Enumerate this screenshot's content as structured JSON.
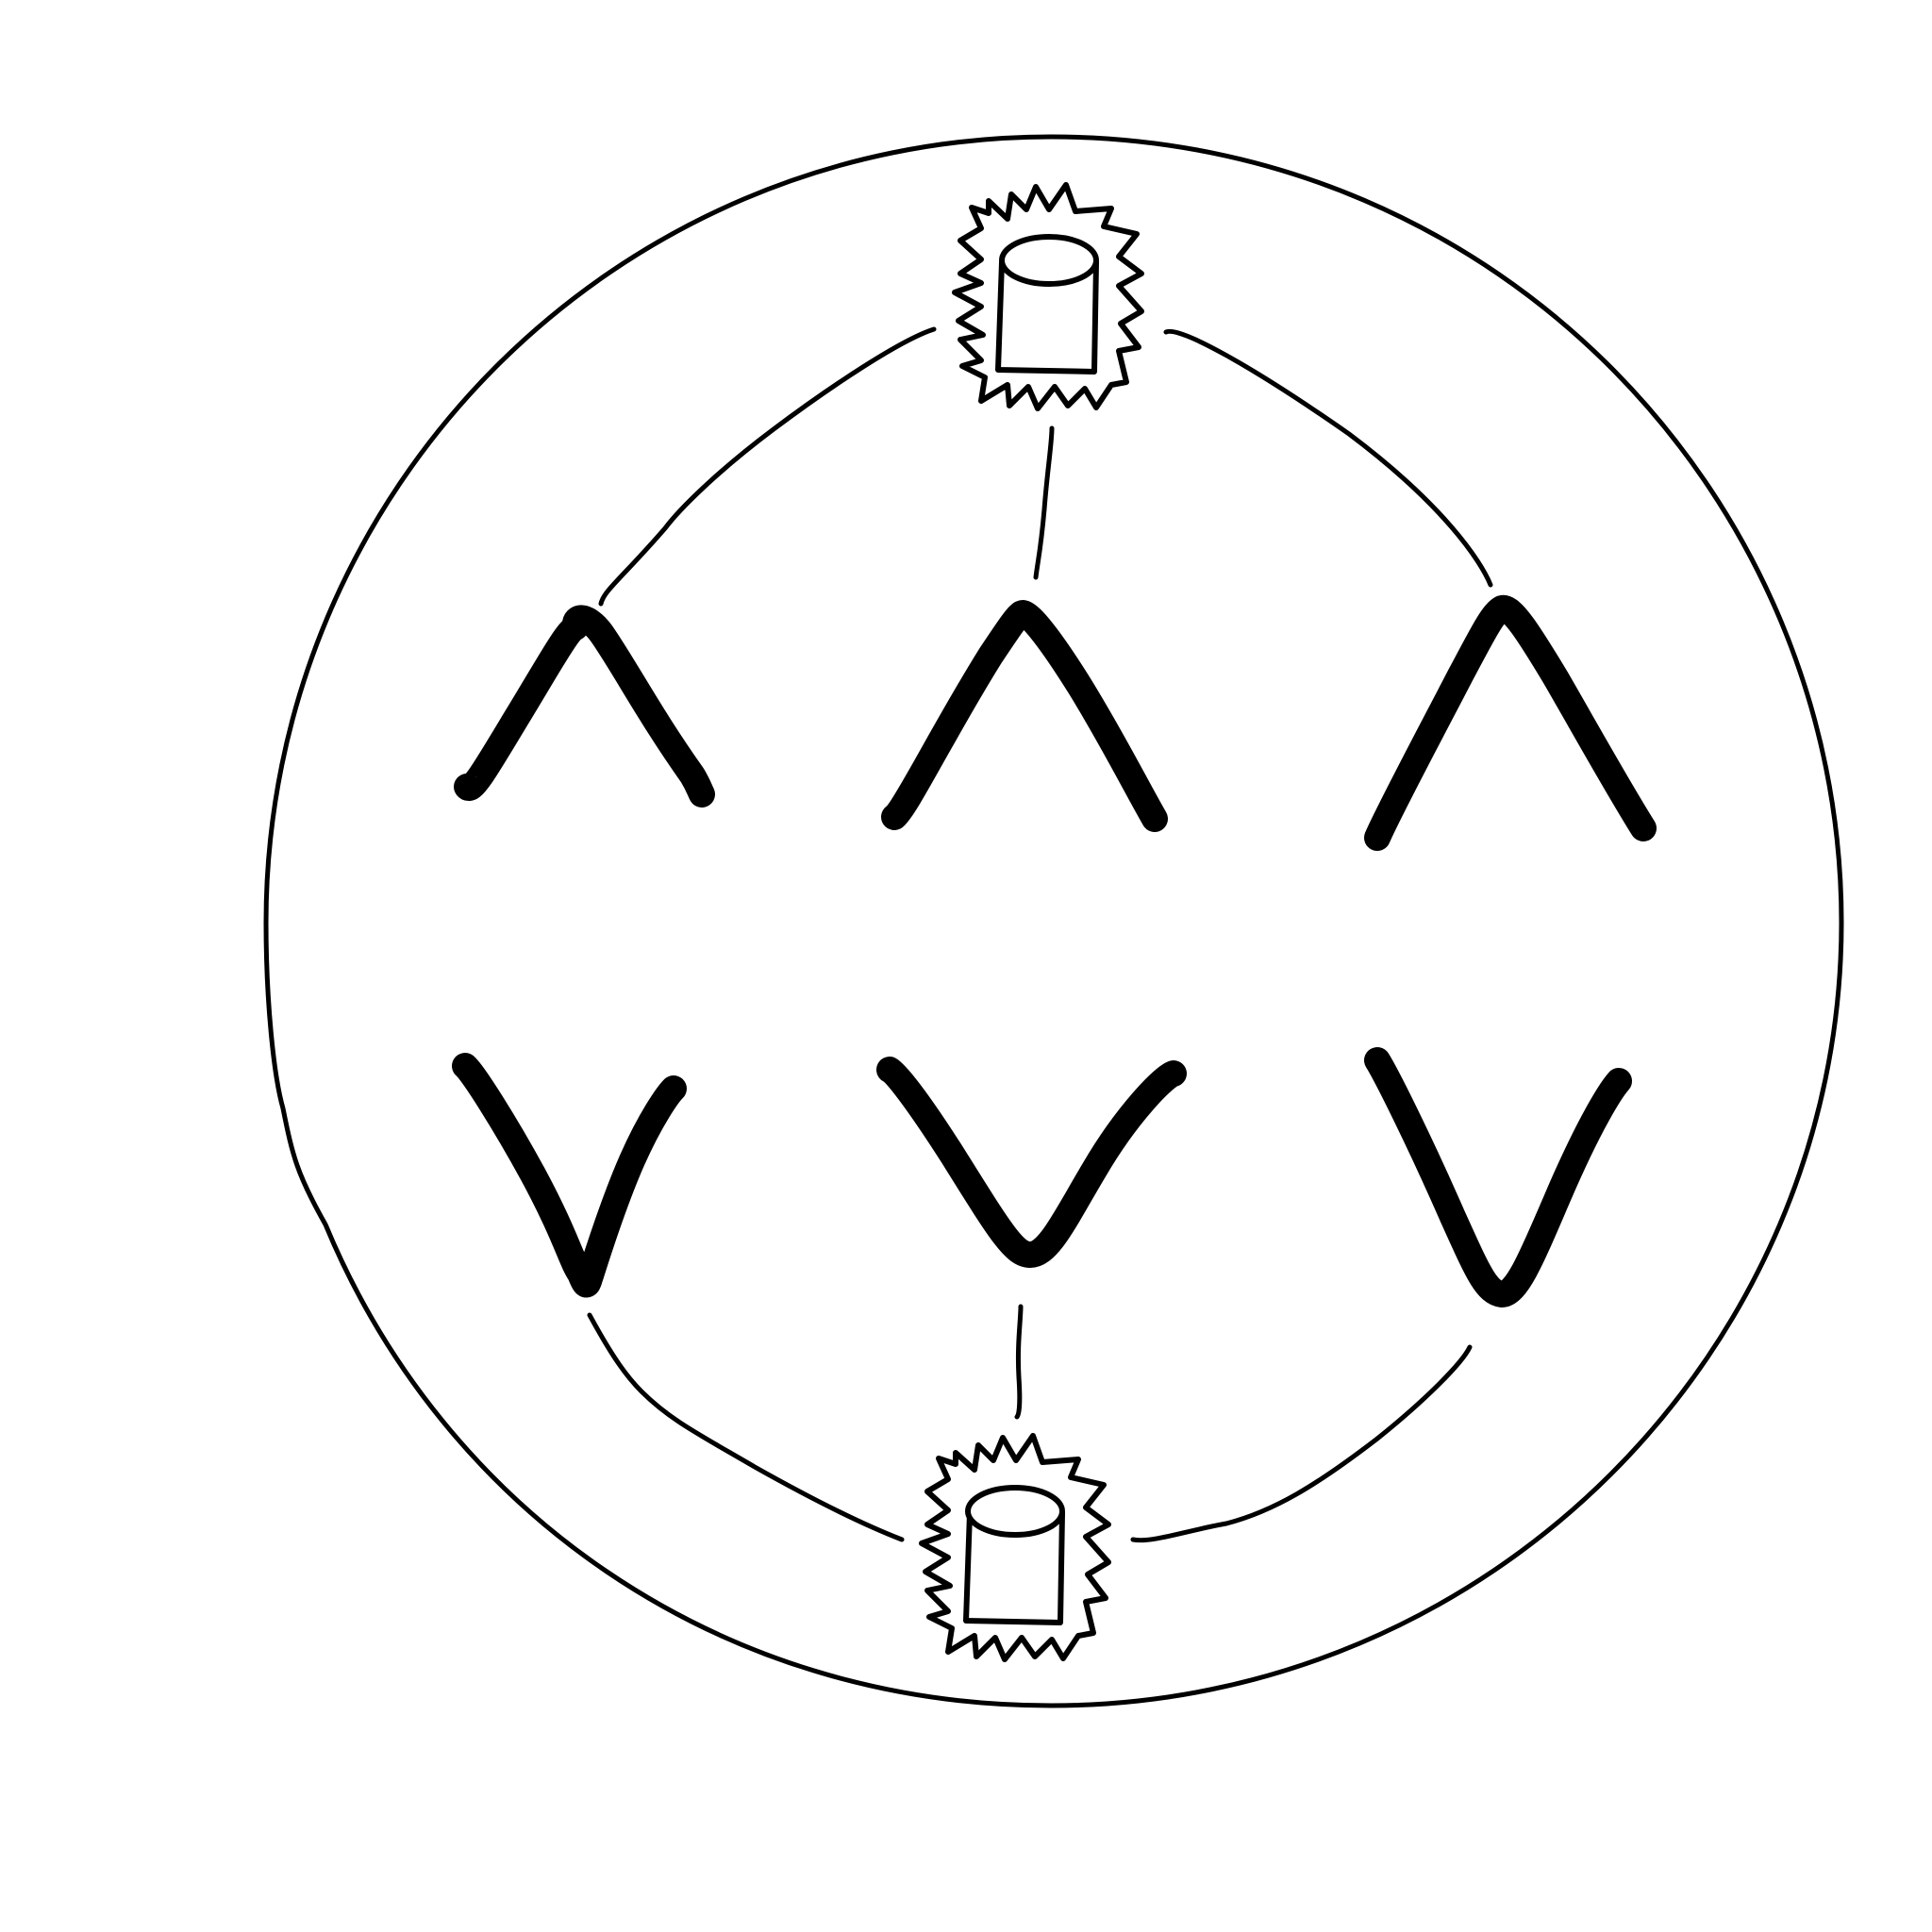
{
  "colors": {
    "stroke": "#000000",
    "background": "#ffffff"
  },
  "nodes": [
    {
      "id": "top-database",
      "shape": "database-cylinder",
      "badge": "starburst"
    },
    {
      "id": "bottom-database",
      "shape": "database-cylinder",
      "badge": "starburst"
    }
  ],
  "glyphs": [
    {
      "id": "up-left",
      "symbol": "^"
    },
    {
      "id": "up-center",
      "symbol": "^"
    },
    {
      "id": "up-right",
      "symbol": "^"
    },
    {
      "id": "down-left",
      "symbol": "v"
    },
    {
      "id": "down-center",
      "symbol": "v"
    },
    {
      "id": "down-right",
      "symbol": "v"
    }
  ],
  "connectors": [
    {
      "from": "top-database",
      "to": "up-left"
    },
    {
      "from": "top-database",
      "to": "up-center"
    },
    {
      "from": "top-database",
      "to": "up-right"
    },
    {
      "from": "bottom-database",
      "to": "down-left"
    },
    {
      "from": "bottom-database",
      "to": "down-center"
    },
    {
      "from": "bottom-database",
      "to": "down-right"
    }
  ]
}
